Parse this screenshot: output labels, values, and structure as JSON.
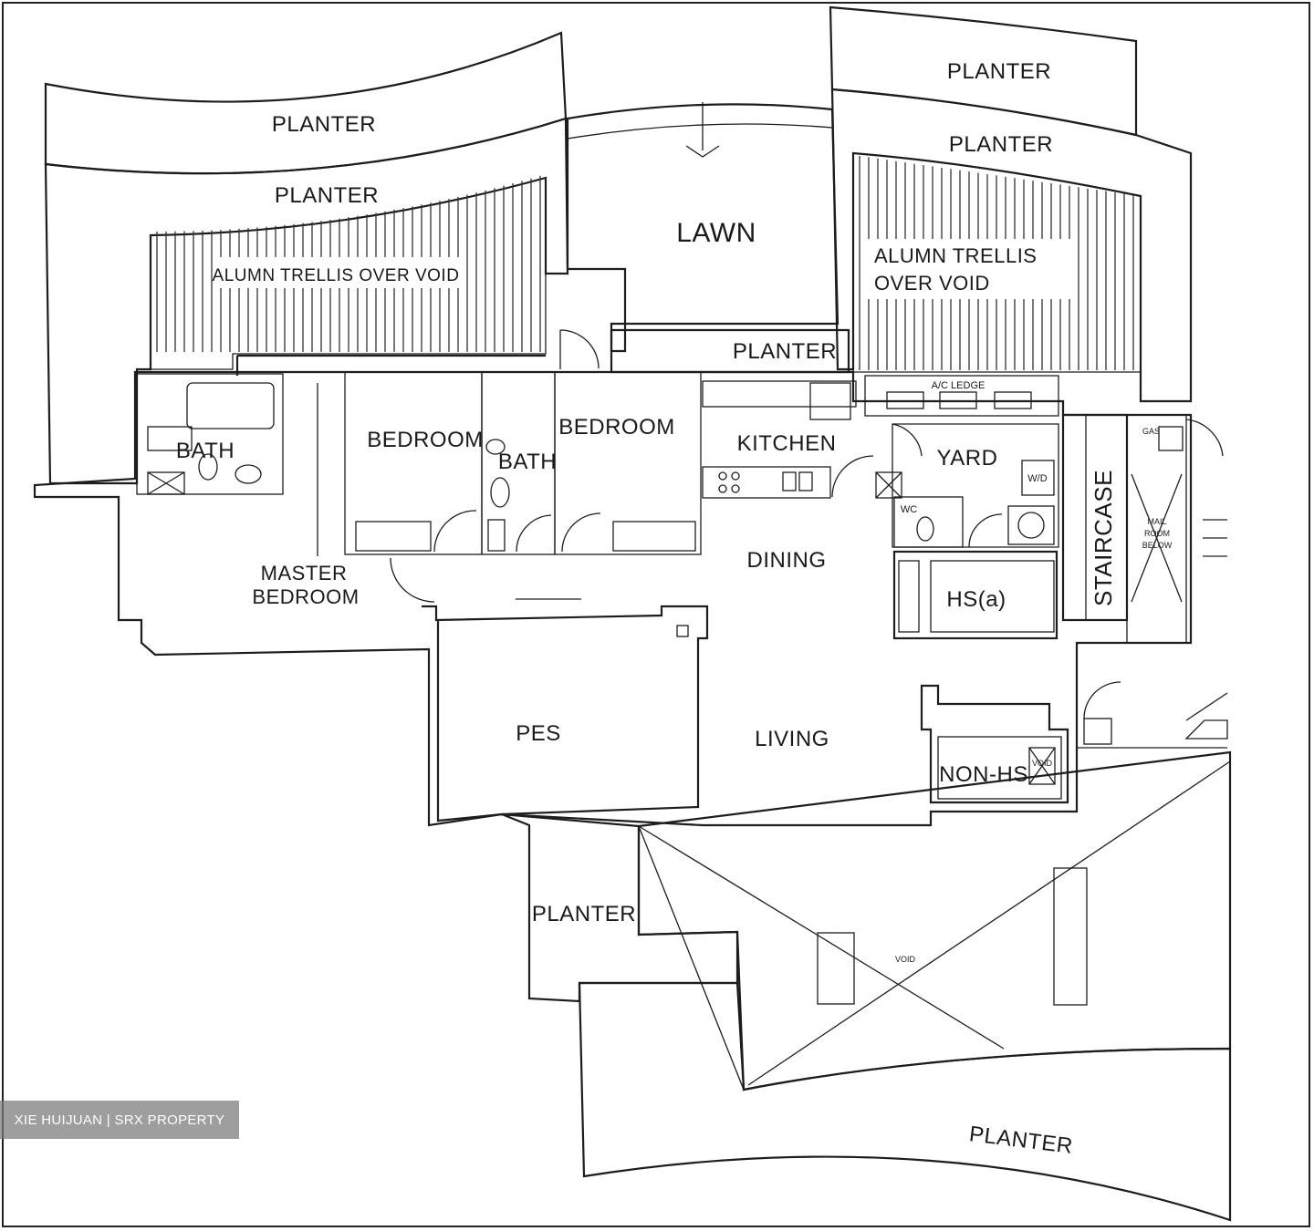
{
  "plan": {
    "planter_top_left_outer": "PLANTER",
    "planter_top_left_inner": "PLANTER",
    "trellis_left": "ALUMN TRELLIS OVER VOID",
    "planter_top_right_outer": "PLANTER",
    "planter_top_right_inner": "PLANTER",
    "lawn": "LAWN",
    "trellis_right_line1": "ALUMN TRELLIS",
    "trellis_right_line2": "OVER VOID",
    "planter_mid": "PLANTER",
    "ac_ledge": "A/C LEDGE",
    "bath_master": "BATH",
    "bedroom_1": "BEDROOM",
    "bath_common": "BATH",
    "bedroom_2": "BEDROOM",
    "kitchen": "KITCHEN",
    "yard": "YARD",
    "wd": "W/D",
    "wc": "WC",
    "staircase": "STAIRCASE",
    "gas": "GAS",
    "mail_room_line1": "MAIL",
    "mail_room_line2": "ROOM",
    "mail_room_line3": "BELOW",
    "master_bedroom_line1": "MASTER",
    "master_bedroom_line2": "BEDROOM",
    "dining": "DINING",
    "hs_a": "HS(a)",
    "pes": "PES",
    "living": "LIVING",
    "non_hs": "NON-HS",
    "void_small": "VOID",
    "planter_bottom_left": "PLANTER",
    "void": "VOID",
    "planter_bottom": "PLANTER"
  },
  "watermark": "XIE HUIJUAN | SRX PROPERTY"
}
